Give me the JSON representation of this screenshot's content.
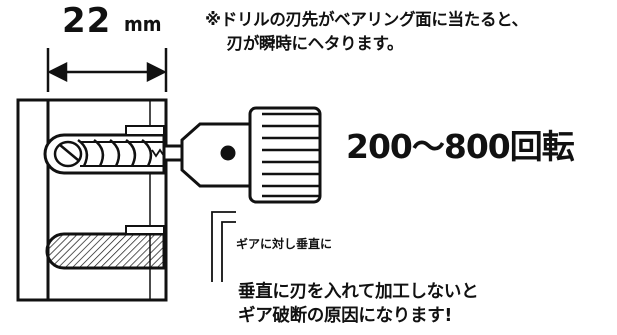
{
  "dimension": {
    "value": "22",
    "unit": "mm"
  },
  "note": "※ドリルの刃先がベアリング面に当たると、\n　 刃が瞬時にヘタります。",
  "rpm_label": "200〜800回転",
  "gear_perpendicular_label": "ギアに対し垂直に",
  "warning": "垂直に刃を入れて加工しないと\nギア破断の原因になります!"
}
